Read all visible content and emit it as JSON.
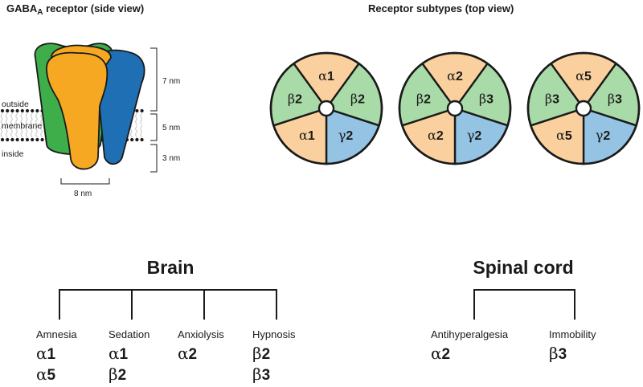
{
  "side_view": {
    "title_main": "GABA",
    "title_sub": "A",
    "title_rest": " receptor (side view)",
    "labels": {
      "outside": "outside",
      "membrane": "membrane",
      "inside": "inside"
    },
    "dims": {
      "top": "7 nm",
      "middle": "5 nm",
      "bottom": "3 nm",
      "width": "8 nm"
    },
    "colors": {
      "alpha": "#F7A823",
      "green": "#3DAE49",
      "blue": "#1F6FB5"
    }
  },
  "top_view": {
    "title": "Receptor subtypes (top view)",
    "colors": {
      "alpha": "#FAD19E",
      "beta": "#A9DBA9",
      "gamma": "#95C3E3"
    },
    "receptors": [
      {
        "subunits": [
          {
            "greek": "α",
            "num": "1",
            "type": "alpha"
          },
          {
            "greek": "β",
            "num": "2",
            "type": "beta"
          },
          {
            "greek": "γ",
            "num": "2",
            "type": "gamma"
          },
          {
            "greek": "α",
            "num": "1",
            "type": "alpha"
          },
          {
            "greek": "β",
            "num": "2",
            "type": "beta"
          }
        ]
      },
      {
        "subunits": [
          {
            "greek": "α",
            "num": "2",
            "type": "alpha"
          },
          {
            "greek": "β",
            "num": "3",
            "type": "beta"
          },
          {
            "greek": "γ",
            "num": "2",
            "type": "gamma"
          },
          {
            "greek": "α",
            "num": "2",
            "type": "alpha"
          },
          {
            "greek": "β",
            "num": "2",
            "type": "beta"
          }
        ]
      },
      {
        "subunits": [
          {
            "greek": "α",
            "num": "5",
            "type": "alpha"
          },
          {
            "greek": "β",
            "num": "3",
            "type": "beta"
          },
          {
            "greek": "γ",
            "num": "2",
            "type": "gamma"
          },
          {
            "greek": "α",
            "num": "5",
            "type": "alpha"
          },
          {
            "greek": "β",
            "num": "3",
            "type": "beta"
          }
        ]
      }
    ]
  },
  "brain": {
    "title": "Brain",
    "effects": [
      {
        "label": "Amnesia",
        "subtypes": [
          {
            "greek": "α",
            "num": "1"
          },
          {
            "greek": "α",
            "num": "5"
          }
        ]
      },
      {
        "label": "Sedation",
        "subtypes": [
          {
            "greek": "α",
            "num": "1"
          },
          {
            "greek": "β",
            "num": "2"
          }
        ]
      },
      {
        "label": "Anxiolysis",
        "subtypes": [
          {
            "greek": "α",
            "num": "2"
          }
        ]
      },
      {
        "label": "Hypnosis",
        "subtypes": [
          {
            "greek": "β",
            "num": "2"
          },
          {
            "greek": "β",
            "num": "3"
          }
        ]
      }
    ]
  },
  "spinal": {
    "title": "Spinal cord",
    "effects": [
      {
        "label": "Antihyperalgesia",
        "subtypes": [
          {
            "greek": "α",
            "num": "2"
          }
        ]
      },
      {
        "label": "Immobility",
        "subtypes": [
          {
            "greek": "β",
            "num": "3"
          }
        ]
      }
    ]
  }
}
